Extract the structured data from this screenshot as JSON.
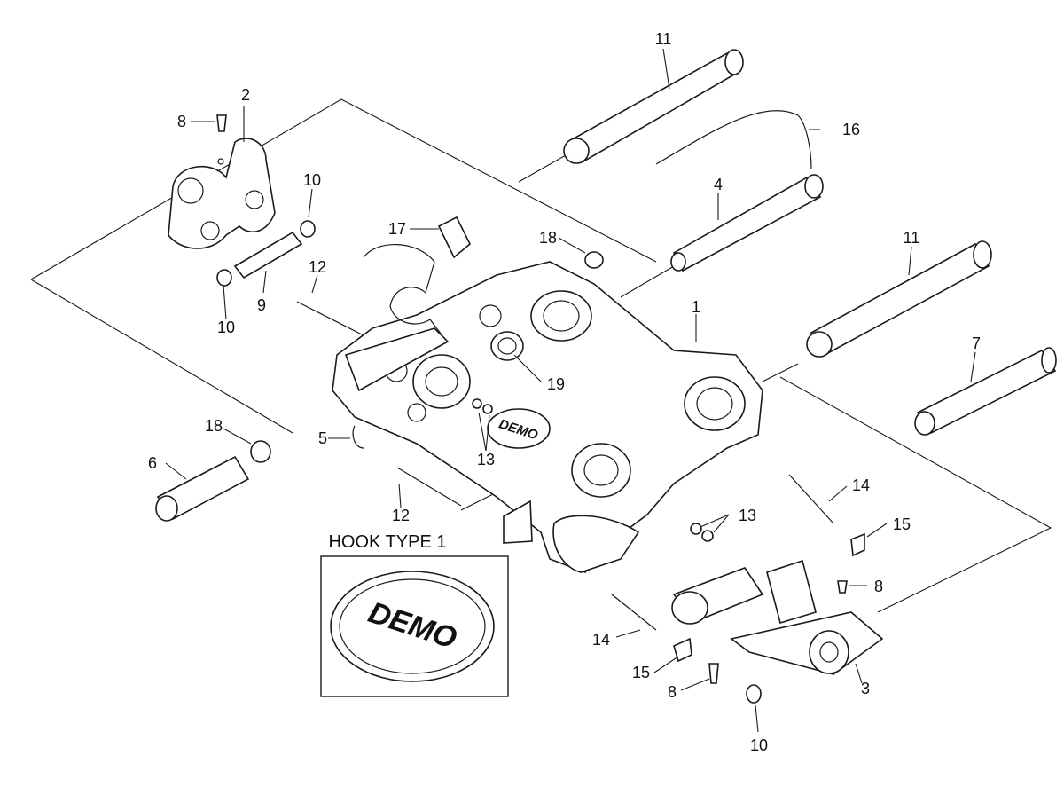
{
  "diagram": {
    "callouts": [
      "1",
      "2",
      "3",
      "4",
      "5",
      "6",
      "7",
      "8",
      "9",
      "10",
      "11",
      "12",
      "13",
      "14",
      "15",
      "16",
      "17",
      "18",
      "19"
    ],
    "inset_title": "HOOK TYPE 1",
    "logo_text": "DEMO"
  }
}
